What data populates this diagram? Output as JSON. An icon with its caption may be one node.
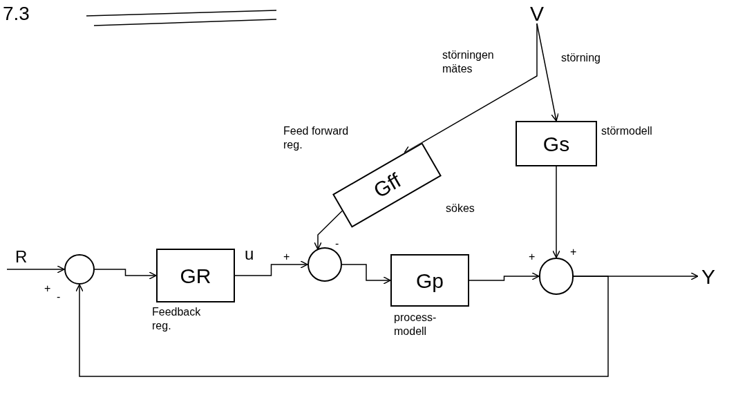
{
  "diagram": {
    "nodes": [
      {
        "text": [
          "V"
        ]
      },
      {
        "text": [
          "Gs"
        ],
        "beside": [
          "störmodell"
        ]
      },
      {
        "text": [
          "Gff"
        ],
        "beside": [
          "Feed forward reg.",
          "sökes"
        ]
      },
      {
        "text": [],
        "shape": "circle"
      },
      {
        "text": [
          "GR"
        ],
        "beside": [
          "Feedback reg."
        ]
      },
      {
        "text": [],
        "shape": "circle"
      },
      {
        "text": [
          "Gp"
        ],
        "beside": [
          "process-modell"
        ]
      },
      {
        "text": [],
        "shape": "circle"
      },
      {
        "text": [
          "Y"
        ]
      }
    ],
    "edges": [
      {
        "from": null,
        "to": 3,
        "arrow": "to",
        "label": "R"
      },
      {
        "from": 3,
        "to": 4,
        "arrow": "to"
      },
      {
        "from": 4,
        "to": 5,
        "arrow": "to",
        "label": "u"
      },
      {
        "from": 5,
        "to": 6,
        "arrow": "to"
      },
      {
        "from": 6,
        "to": 7,
        "arrow": "to"
      },
      {
        "from": 7,
        "to": 8,
        "arrow": "to"
      },
      {
        "from": 7,
        "to": 3,
        "arrow": "to"
      },
      {
        "from": 0,
        "to": 2,
        "arrow": "to"
      },
      {
        "from": 0,
        "to": 1,
        "arrow": "to"
      },
      {
        "from": 2,
        "to": 5,
        "arrow": "to"
      },
      {
        "from": 1,
        "to": 7,
        "arrow": "to"
      }
    ],
    "labels": [
      "7.3",
      "störningen mätes",
      "störning",
      "+",
      "-",
      "+",
      "-",
      "+",
      "+"
    ]
  }
}
